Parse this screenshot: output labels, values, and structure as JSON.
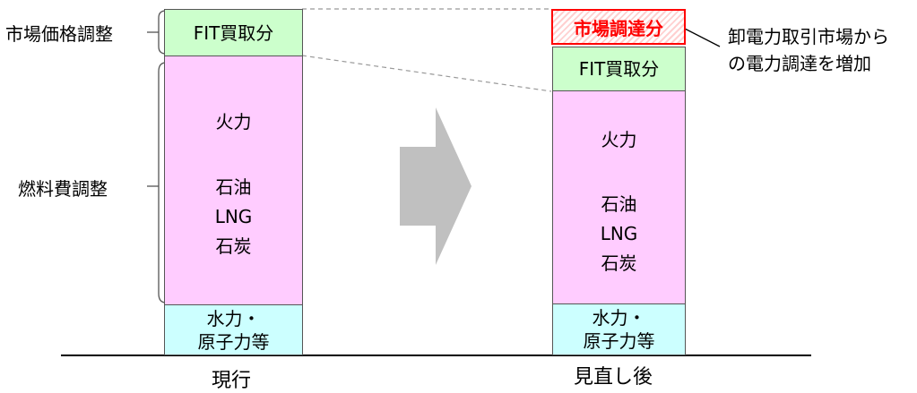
{
  "left_labels": {
    "market_adjust": "市場価格調整",
    "fuel_adjust": "燃料費調整"
  },
  "current": {
    "caption": "現行",
    "fit": "FIT買取分",
    "thermal": "火力",
    "fuels": [
      "石油",
      "LNG",
      "石炭"
    ],
    "hydro_line1": "水力・",
    "hydro_line2": "原子力等"
  },
  "revised": {
    "caption": "見直し後",
    "market": "市場調達分",
    "fit": "FIT買取分",
    "thermal": "火力",
    "fuels": [
      "石油",
      "LNG",
      "石炭"
    ],
    "hydro_line1": "水力・",
    "hydro_line2": "原子力等"
  },
  "annotation": {
    "line1": "卸電力取引市場から",
    "line2": "の電力調達を増加"
  },
  "colors": {
    "fit": "#ccffcc",
    "fuel": "#ffccff",
    "hydro": "#ccffff",
    "market_border": "#ff0000",
    "arrow": "#c0c0c0"
  }
}
